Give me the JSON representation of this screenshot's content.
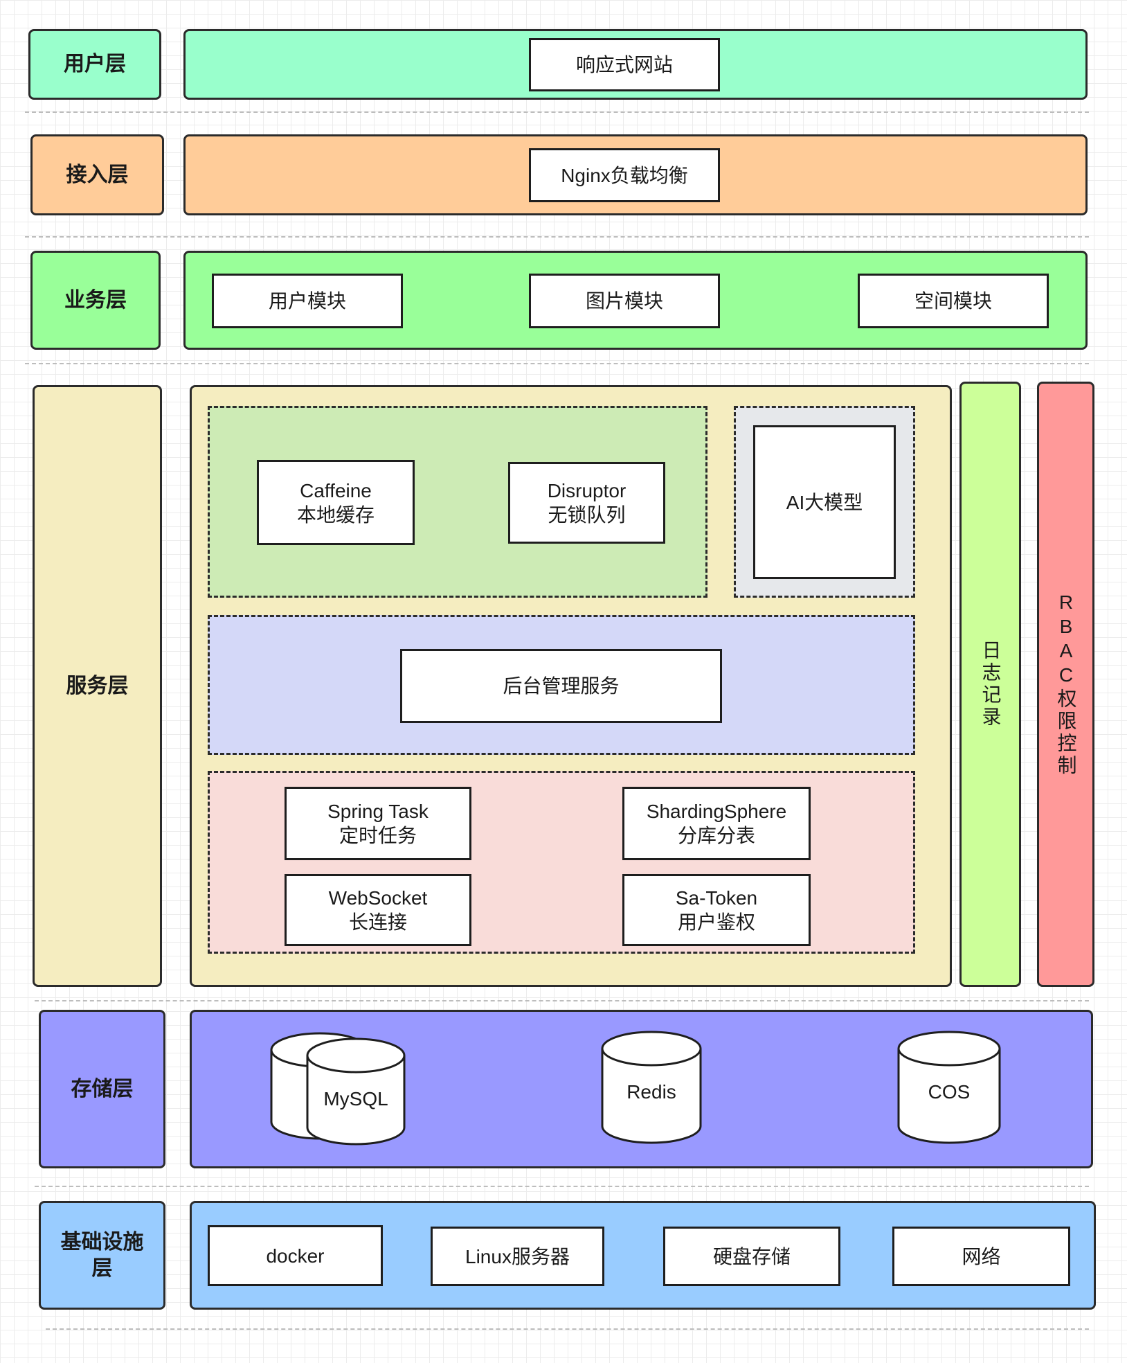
{
  "layers": {
    "user": {
      "label": "用户层",
      "nodes": [
        "响应式网站"
      ]
    },
    "access": {
      "label": "接入层",
      "nodes": [
        "Nginx负载均衡"
      ]
    },
    "business": {
      "label": "业务层",
      "nodes": [
        "用户模块",
        "图片模块",
        "空间模块"
      ]
    },
    "service": {
      "label": "服务层",
      "cache_group": [
        {
          "line1": "Caffeine",
          "line2": "本地缓存"
        },
        {
          "line1": "Disruptor",
          "line2": "无锁队列"
        }
      ],
      "ai": "AI大模型",
      "admin": "后台管理服务",
      "infra_group": [
        {
          "line1": "Spring Task",
          "line2": "定时任务"
        },
        {
          "line1": "ShardingSphere",
          "line2": "分库分表"
        },
        {
          "line1": "WebSocket",
          "line2": "长连接"
        },
        {
          "line1": "Sa-Token",
          "line2": "用户鉴权"
        }
      ],
      "logging": "日志记录",
      "rbac": "RBAC权限控制"
    },
    "storage": {
      "label": "存储层",
      "dbs": [
        "MySQL",
        "Redis",
        "COS"
      ]
    },
    "infra": {
      "label": "基础设施层",
      "nodes": [
        "docker",
        "Linux服务器",
        "硬盘存储",
        "网络"
      ]
    }
  },
  "colors": {
    "user": "#99ffcc",
    "access": "#ffcc99",
    "business": "#99ff99",
    "service": "#f5edc0",
    "cache_group": "#cdebb5",
    "ai_group": "#e6e8eb",
    "admin_group": "#d4d8f8",
    "infra_group": "#f9dcd9",
    "logging": "#ccff99",
    "rbac": "#ff9999",
    "storage": "#9999ff",
    "infra": "#99ccff"
  }
}
